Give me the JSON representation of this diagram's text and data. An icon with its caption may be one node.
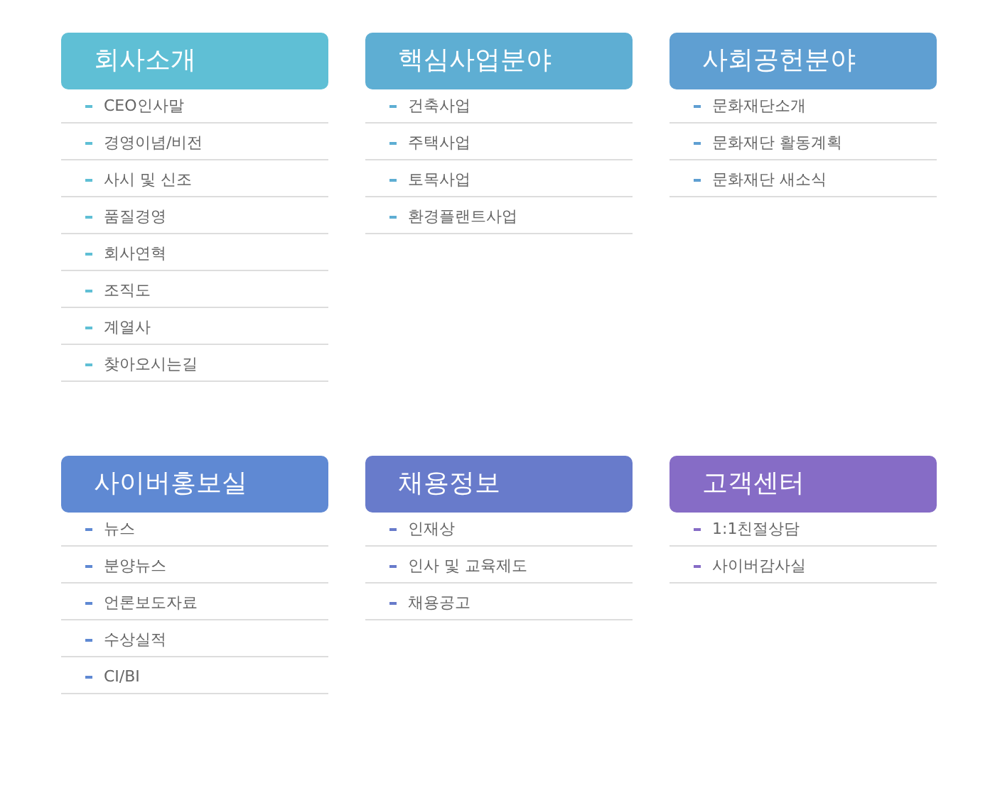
{
  "diagram": {
    "nodes": [
      {
        "text": [
          "회사소개"
        ],
        "beside": [
          "CEO인사말",
          "경영이념/비전",
          "사시 및 신조",
          "품질경영",
          "회사연혁",
          "조직도",
          "계열사",
          "찾아오시는길"
        ]
      },
      {
        "text": [
          "핵심사업분야"
        ],
        "beside": [
          "건축사업",
          "주택사업",
          "토목사업",
          "환경플랜트사업"
        ]
      },
      {
        "text": [
          "사회공헌분야"
        ],
        "beside": [
          "문화재단소개",
          "문화재단 활동계획",
          "문화재단 새소식"
        ]
      },
      {
        "text": [
          "사이버홍보실"
        ],
        "beside": [
          "뉴스",
          "분양뉴스",
          "언론보도자료",
          "수상실적",
          "CI/BI"
        ]
      },
      {
        "text": [
          "채용정보"
        ],
        "beside": [
          "인재상",
          "인사 및 교육제도",
          "채용공고"
        ]
      },
      {
        "text": [
          "고객센터"
        ],
        "beside": [
          "1:1친절상담",
          "사이버감사실"
        ]
      }
    ]
  }
}
